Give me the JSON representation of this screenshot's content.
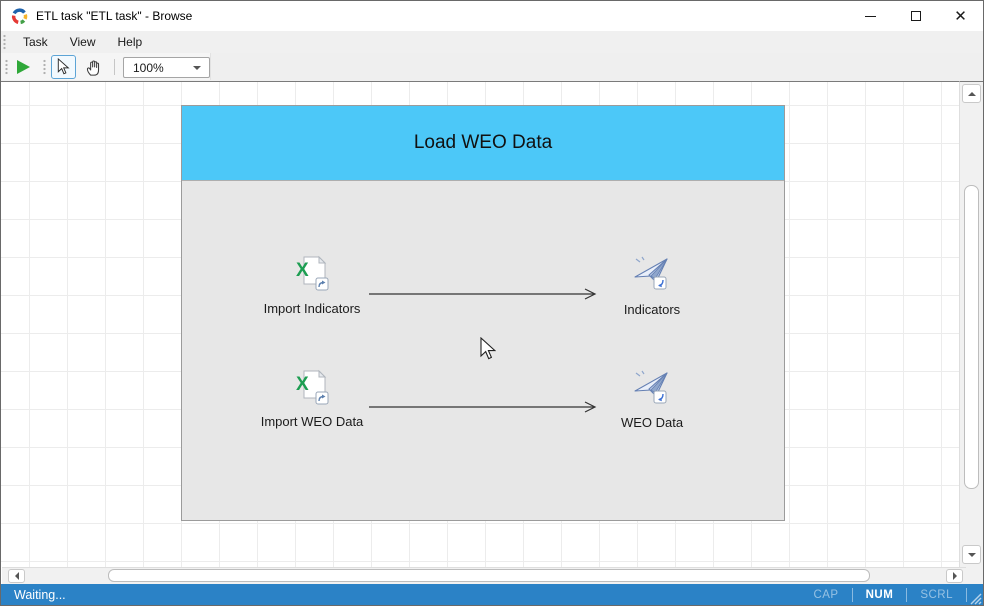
{
  "window": {
    "title": "ETL task \"ETL task\" - Browse",
    "controls": [
      "minimize",
      "maximize",
      "close"
    ]
  },
  "menu": {
    "items": [
      "Task",
      "View",
      "Help"
    ]
  },
  "toolbar": {
    "run_icon": "play-icon",
    "select_tool_icon": "cursor-arrow-icon",
    "pan_tool_icon": "hand-icon",
    "zoom_value": "100%"
  },
  "diagram": {
    "title": "Load WEO Data",
    "header_color": "#4cc8f8",
    "nodes": [
      {
        "label": "Import Indicators",
        "icon": "excel-import-icon"
      },
      {
        "label": "Indicators",
        "icon": "paper-plane-icon"
      },
      {
        "label": "Import WEO Data",
        "icon": "excel-import-icon"
      },
      {
        "label": "WEO Data",
        "icon": "paper-plane-icon"
      }
    ],
    "connections": [
      {
        "from": "Import Indicators",
        "to": "Indicators"
      },
      {
        "from": "Import WEO Data",
        "to": "WEO Data"
      }
    ]
  },
  "statusbar": {
    "message": "Waiting...",
    "color": "#2b82c6",
    "indicators": [
      {
        "label": "CAP",
        "active": false
      },
      {
        "label": "NUM",
        "active": true
      },
      {
        "label": "SCRL",
        "active": false
      }
    ]
  }
}
